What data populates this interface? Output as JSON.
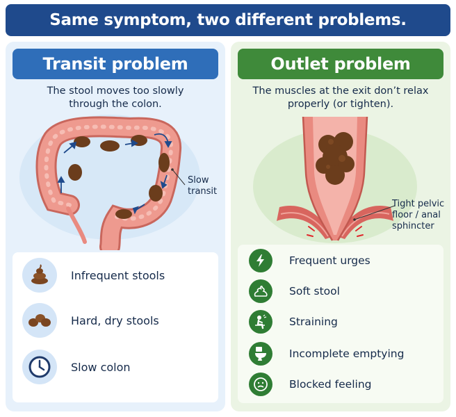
{
  "header": {
    "title": "Same symptom, two different problems."
  },
  "transit": {
    "title": "Transit problem",
    "description_line1": "The stool moves too slowly",
    "description_line2": "through the colon.",
    "label_line1": "Slow",
    "label_line2": "transit",
    "items": [
      {
        "label": "Infrequent stools",
        "icon": "stool-icon"
      },
      {
        "label": "Hard, dry stools",
        "icon": "hard-stool-pellets-icon"
      },
      {
        "label": "Slow colon",
        "icon": "clock-icon"
      }
    ]
  },
  "outlet": {
    "title": "Outlet problem",
    "description_line1": "The muscles at the exit don’t relax",
    "description_line2": "properly (or tighten).",
    "label_line1": "Tight pelvic",
    "label_line2": "floor / anal",
    "label_line3": "sphincter",
    "items": [
      {
        "label": "Frequent urges",
        "icon": "lightning-icon"
      },
      {
        "label": "Soft stool",
        "icon": "soft-stool-icon"
      },
      {
        "label": "Straining",
        "icon": "person-straining-icon"
      },
      {
        "label": "Incomplete emptying",
        "icon": "toilet-icon"
      },
      {
        "label": "Blocked feeling",
        "icon": "frown-face-icon"
      }
    ]
  },
  "colors": {
    "banner": "#1f4a8c",
    "transit_accent": "#2f6eb9",
    "outlet_accent": "#3f8a3a",
    "colon": "#e98a80",
    "stool": "#6b3d1c"
  }
}
